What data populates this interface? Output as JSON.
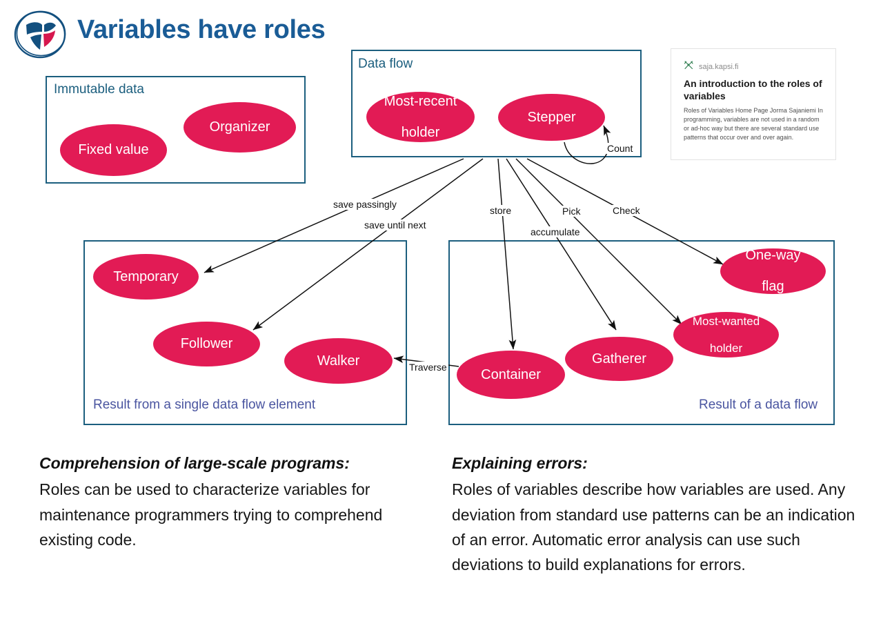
{
  "slide": {
    "title": "Variables have roles",
    "logo_icon": "tampere-university-shield-logo"
  },
  "colors": {
    "title_blue": "#1A5C96",
    "box_border": "#1B5E7E",
    "ellipse_fill": "#E21B55",
    "footer_label": "#4A55A0",
    "arrow": "#111111"
  },
  "groups": {
    "immutable": {
      "title": "Immutable data",
      "nodes": [
        {
          "id": "fixed-value",
          "label": "Fixed value"
        },
        {
          "id": "organizer",
          "label": "Organizer"
        }
      ]
    },
    "dataflow": {
      "title": "Data flow",
      "nodes": [
        {
          "id": "most-recent-holder",
          "label": "Most-recent\nholder",
          "line1": "Most-recent",
          "line2": "holder"
        },
        {
          "id": "stepper",
          "label": "Stepper"
        }
      ],
      "self_loop_label": "Count"
    },
    "single_element": {
      "footer": "Result from a single data flow element",
      "nodes": [
        {
          "id": "temporary",
          "label": "Temporary"
        },
        {
          "id": "follower",
          "label": "Follower"
        },
        {
          "id": "walker",
          "label": "Walker"
        }
      ]
    },
    "data_flow_result": {
      "footer": "Result of a data flow",
      "nodes": [
        {
          "id": "one-way-flag",
          "label": "One-way\nflag",
          "line1": "One-way",
          "line2": "flag"
        },
        {
          "id": "most-wanted-holder",
          "label": "Most-wanted\nholder",
          "line1": "Most-wanted",
          "line2": "holder"
        },
        {
          "id": "container",
          "label": "Container"
        },
        {
          "id": "gatherer",
          "label": "Gatherer"
        }
      ]
    }
  },
  "edges": [
    {
      "id": "edge-save-passingly",
      "label": "save passingly",
      "from": "data-flow",
      "to": "temporary"
    },
    {
      "id": "edge-save-until-next",
      "label": "save until next",
      "from": "data-flow",
      "to": "follower"
    },
    {
      "id": "edge-store",
      "label": "store",
      "from": "data-flow",
      "to": "container"
    },
    {
      "id": "edge-accumulate",
      "label": "accumulate",
      "from": "data-flow",
      "to": "gatherer"
    },
    {
      "id": "edge-pick",
      "label": "Pick",
      "from": "data-flow",
      "to": "most-wanted-holder"
    },
    {
      "id": "edge-check",
      "label": "Check",
      "from": "data-flow",
      "to": "one-way-flag"
    },
    {
      "id": "edge-traverse",
      "label": "Traverse",
      "from": "container",
      "to": "walker"
    },
    {
      "id": "edge-count",
      "label": "Count",
      "from": "stepper",
      "to": "stepper"
    }
  ],
  "link_card": {
    "favicon_icon": "saja-kapsi-favicon",
    "domain": "saja.kapsi.fi",
    "title": "An introduction to the roles of variables",
    "description": "Roles of Variables Home Page Jorma Sajaniemi In programming, variables are not used in a random or ad-hoc way but there are several standard use patterns that occur over and over again."
  },
  "columns": {
    "left": {
      "heading": "Comprehension of large-scale programs:",
      "body": "Roles can be used to characterize variables for maintenance programmers trying to comprehend existing code."
    },
    "right": {
      "heading": "Explaining errors:",
      "body": "Roles of variables describe how variables are used. Any deviation from standard use patterns can be an indication of an error. Automatic error analysis  can use such deviations to build explanations for errors."
    }
  }
}
